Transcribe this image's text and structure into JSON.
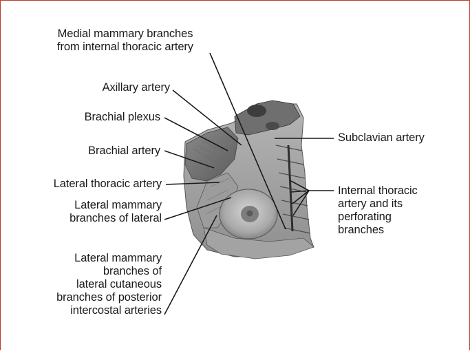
{
  "labels": {
    "medial_mammary": "Medial mammary branches\nfrom internal thoracic artery",
    "axillary_artery": "Axillary artery",
    "brachial_plexus": "Brachial plexus",
    "brachial_artery": "Brachial artery",
    "lateral_thoracic_artery": "Lateral thoracic artery",
    "lateral_mammary_lateral": "Lateral mammary\nbranches of lateral",
    "lateral_mammary_posterior": "Lateral mammary\nbranches of\nlateral cutaneous\nbranches of posterior\nintercostal arteries",
    "subclavian_artery": "Subclavian artery",
    "internal_thoracic": "Internal thoracic\nartery and its\nperforating\nbranches"
  },
  "colors": {
    "border": "#c0392b",
    "leader_line": "#1a1a1a",
    "illustration_tone": "#9a9a9a"
  }
}
